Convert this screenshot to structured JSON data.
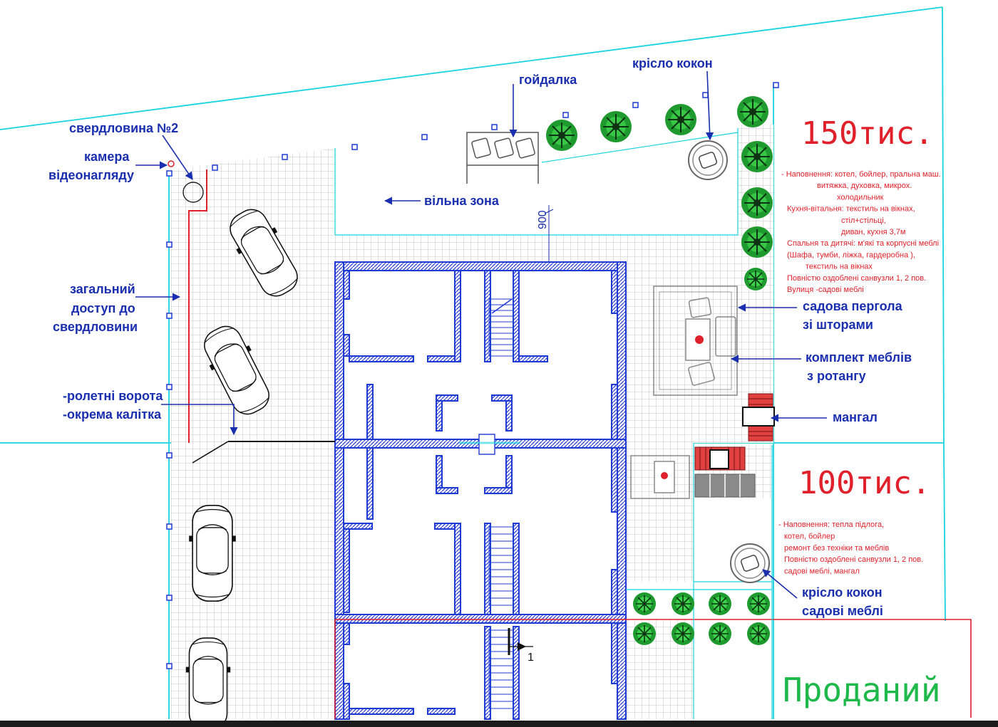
{
  "labels": {
    "borehole": "свердловина №2",
    "camera_1": "камера",
    "camera_2": "відеонагляду",
    "swing": "гойдалка",
    "cocoon_chair": "крісло кокон",
    "free_zone": "вільна зона",
    "dim_900": "900",
    "access_1": "загальний",
    "access_2": "доступ до",
    "access_3": "свердловини",
    "gate_1": "-ролетні ворота",
    "gate_2": "-окрема калітка",
    "pergola_1": "садова пергола",
    "pergola_2": "зі шторами",
    "rattan_1": "комплект меблів",
    "rattan_2": "з ротангу",
    "grill": "мангал",
    "cocoon_2_1": "крісло кокон",
    "cocoon_2_2": "садові меблі",
    "section_mark": "1"
  },
  "unit_top": {
    "price": "150тис.",
    "notes": [
      "-  Наповнення: котел, бойлер, пральна маш.",
      "витяжка, духовка, микрох.",
      "холодильник",
      "Кухня-вітальня: текстиль на вікнах,",
      "стіл+стільці,",
      "диван, кухня 3,7м",
      "Спальня та дитячі: м'які та корпусні меблі",
      "(Шафа, тумби, ліжка, гардеробна ),",
      "текстиль на вікнах",
      "Повністю оздоблені санвузли 1, 2 пов.",
      "Вулиця -садові меблі"
    ]
  },
  "unit_mid": {
    "price": "100тис.",
    "notes": [
      "- Наповнення: тепла підлога,",
      "котел, бойлер",
      "ремонт без техніки та меблів",
      "Повністю оздоблені санвузли 1, 2 пов.",
      "садові меблі, мангал"
    ]
  },
  "unit_bottom": {
    "status": "Проданий"
  },
  "colors": {
    "wall": "#1e3ad6",
    "boundary": "#19d3e0",
    "note": "#e0202a",
    "sold": "#1fb84a",
    "label": "#1a2fb0",
    "paving": "#9a9a9a"
  }
}
